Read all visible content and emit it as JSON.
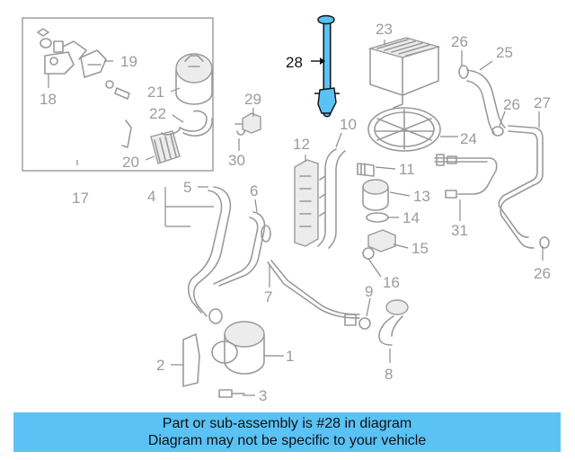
{
  "diagram": {
    "highlighted_part": "28",
    "callouts": [
      "1",
      "2",
      "3",
      "4",
      "5",
      "6",
      "7",
      "8",
      "9",
      "10",
      "11",
      "12",
      "13",
      "14",
      "15",
      "16",
      "17",
      "18",
      "19",
      "20",
      "21",
      "22",
      "23",
      "24",
      "25",
      "26",
      "26",
      "26",
      "27",
      "28",
      "29",
      "30",
      "31"
    ],
    "colors": {
      "highlight": "#5bc2f5",
      "part_line": "#9a9a9a",
      "banner": "#5bc2f5"
    }
  },
  "banner": {
    "line1": "Part or sub-assembly is #28 in diagram",
    "line2": "Diagram may not be specific to your vehicle"
  }
}
